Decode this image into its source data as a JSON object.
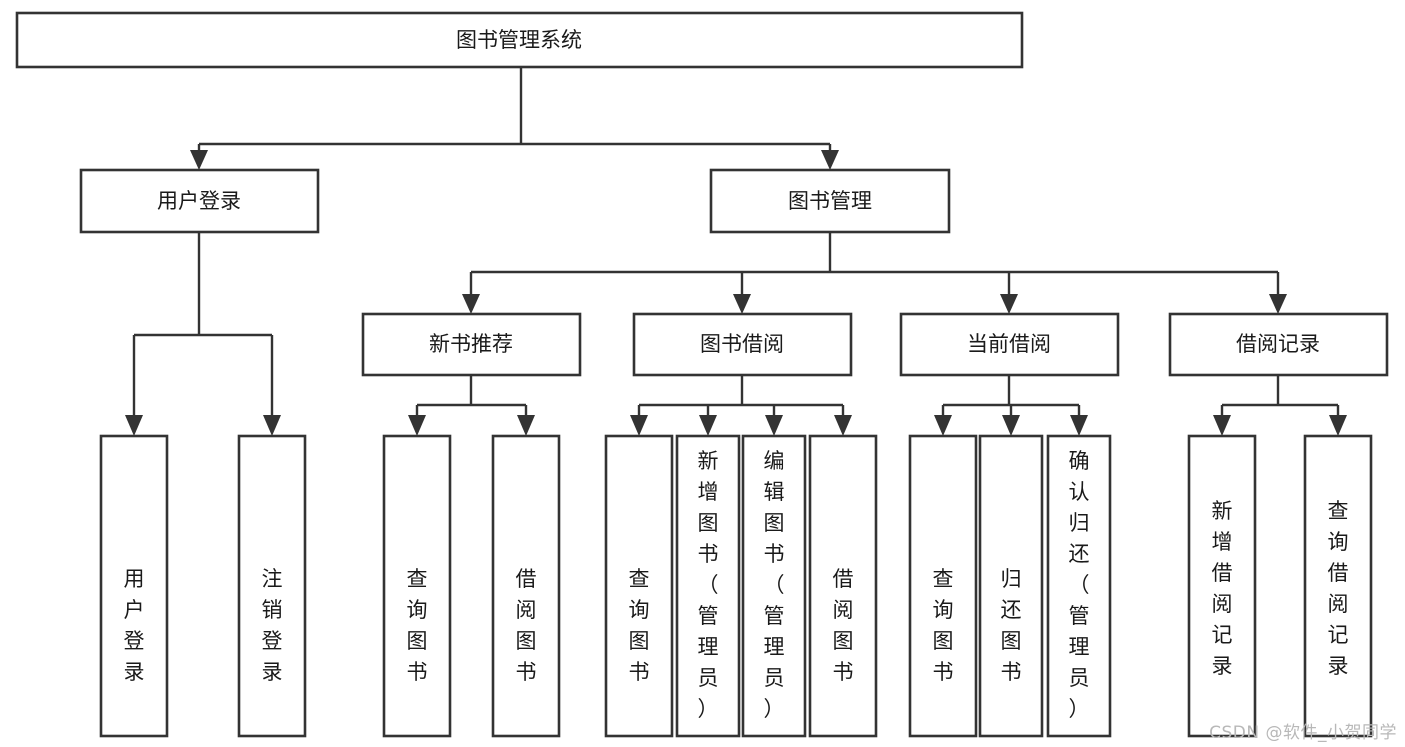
{
  "diagram": {
    "title": "图书管理系统",
    "type": "tree",
    "watermark": "CSDN @软件_小贺同学",
    "colors": {
      "stroke": "#333333",
      "fill": "#ffffff",
      "text": "#1a1a1a",
      "watermark": "#b8b8b8"
    },
    "levels": {
      "root": {
        "label": "图书管理系统"
      },
      "level1": [
        {
          "label": "用户登录"
        },
        {
          "label": "图书管理"
        }
      ],
      "level2": [
        {
          "label": "新书推荐",
          "parent": "图书管理"
        },
        {
          "label": "图书借阅",
          "parent": "图书管理"
        },
        {
          "label": "当前借阅",
          "parent": "图书管理"
        },
        {
          "label": "借阅记录",
          "parent": "图书管理"
        }
      ],
      "leaves": [
        {
          "label": "用户登录",
          "parent": "用户登录"
        },
        {
          "label": "注销登录",
          "parent": "用户登录"
        },
        {
          "label": "查询图书",
          "parent": "新书推荐"
        },
        {
          "label": "借阅图书",
          "parent": "新书推荐"
        },
        {
          "label": "查询图书",
          "parent": "图书借阅"
        },
        {
          "label": "新增图书（管理员）",
          "parent": "图书借阅"
        },
        {
          "label": "编辑图书（管理员）",
          "parent": "图书借阅"
        },
        {
          "label": "借阅图书",
          "parent": "图书借阅"
        },
        {
          "label": "查询图书",
          "parent": "当前借阅"
        },
        {
          "label": "归还图书",
          "parent": "当前借阅"
        },
        {
          "label": "确认归还（管理员）",
          "parent": "当前借阅"
        },
        {
          "label": "新增借阅记录",
          "parent": "借阅记录"
        },
        {
          "label": "查询借阅记录",
          "parent": "借阅记录"
        }
      ]
    }
  },
  "nodes": {
    "root": "图书管理系统",
    "n_user_login": "用户登录",
    "n_book_manage": "图书管理",
    "n_new_book": "新书推荐",
    "n_borrow": "图书借阅",
    "n_current": "当前借阅",
    "n_record": "借阅记录",
    "l_user_login": "用户登录",
    "l_logout": "注销登录",
    "l_query1": "查询图书",
    "l_borrow1": "借阅图书",
    "l_query2": "查询图书",
    "l_add_book": "新增图书（管理员）",
    "l_edit_book": "编辑图书（管理员）",
    "l_borrow2": "借阅图书",
    "l_query3": "查询图书",
    "l_return": "归还图书",
    "l_confirm_return": "确认归还（管理员）",
    "l_add_record": "新增借阅记录",
    "l_query_record": "查询借阅记录"
  }
}
